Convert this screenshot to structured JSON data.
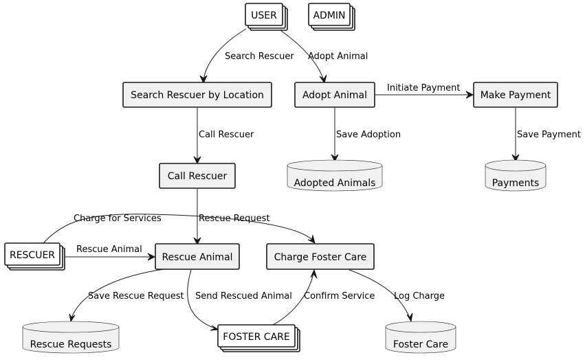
{
  "actors": {
    "user": "USER",
    "admin": "ADMIN",
    "rescuer": "RESCUER",
    "foster_care": "FOSTER CARE"
  },
  "processes": {
    "search_rescuer": "Search Rescuer by Location",
    "adopt_animal": "Adopt Animal",
    "make_payment": "Make Payment",
    "call_rescuer": "Call Rescuer",
    "rescue_animal": "Rescue Animal",
    "charge_foster_care": "Charge Foster Care"
  },
  "databases": {
    "adopted_animals": "Adopted Animals",
    "payments": "Payments",
    "rescue_requests": "Rescue Requests",
    "foster_care_db": "Foster Care"
  },
  "edges": {
    "search_rescuer": "Search Rescuer",
    "adopt_animal": "Adopt Animal",
    "initiate_payment": "Initiate Payment",
    "call_rescuer": "Call Rescuer",
    "save_adoption": "Save Adoption",
    "save_payment": "Save Payment",
    "rescue_request": "Rescue Request",
    "charge_for_services": "Charge for Services",
    "rescue_animal": "Rescue Animal",
    "save_rescue_request": "Save Rescue Request",
    "send_rescued_animal": "Send Rescued Animal",
    "confirm_service": "Confirm Service",
    "log_charge": "Log Charge"
  }
}
